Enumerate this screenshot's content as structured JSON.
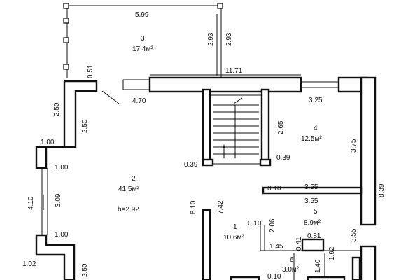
{
  "plan": {
    "rooms": [
      {
        "id": "room-3",
        "number": "3",
        "area": "17.4м²"
      },
      {
        "id": "room-2",
        "number": "2",
        "area": "41.5м²",
        "height": "h=2.92"
      },
      {
        "id": "room-4",
        "number": "4",
        "area": "12.5м²"
      },
      {
        "id": "room-5",
        "number": "5",
        "area": "8.9м²"
      },
      {
        "id": "room-1",
        "number": "1",
        "area": "10.6м²"
      },
      {
        "id": "room-6",
        "number": "6",
        "area": "3.0м²"
      }
    ],
    "dimensions": [
      "5.99",
      "2.93",
      "2.93",
      "0.51",
      "11.71",
      "4.70",
      "3.25",
      "2.50",
      "2.50",
      "1.00",
      "1.00",
      "4.10",
      "3.09",
      "2.65",
      "0.39",
      "0.39",
      "3.75",
      "8.39",
      "0.10",
      "3.55",
      "3.55",
      "8.10",
      "7.42",
      "0.10",
      "2.06",
      "0.81",
      "0.41",
      "1.45",
      "1.92",
      "1.40",
      "3.55",
      "1.00",
      "1.02",
      "2.50",
      "0.10"
    ]
  }
}
